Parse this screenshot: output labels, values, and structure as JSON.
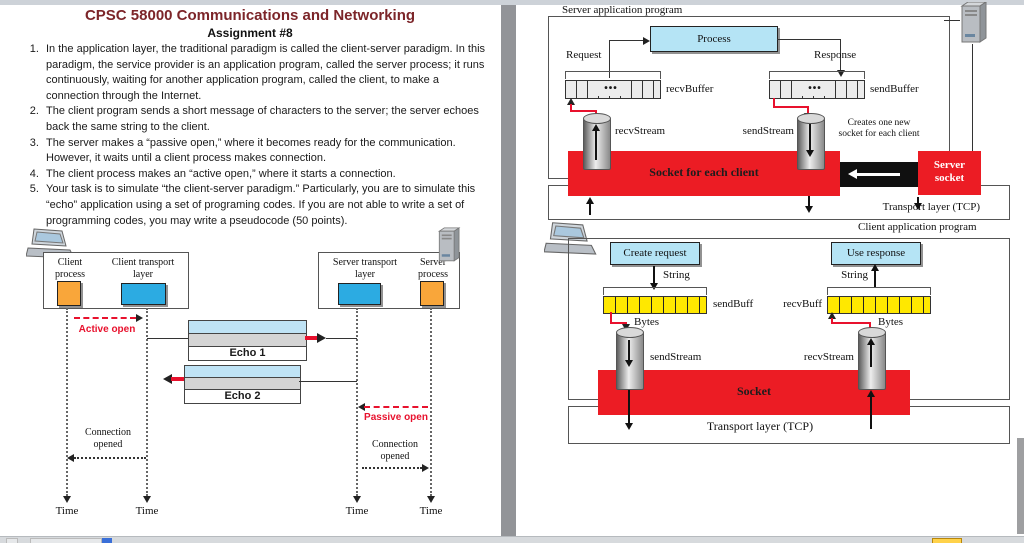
{
  "left_page": {
    "title": "CPSC 58000 Communications and Networking",
    "subtitle": "Assignment #8",
    "list_items": [
      "In the application layer, the traditional paradigm is called the client-server paradigm. In this paradigm, the service provider is an application program, called the server process; it runs continuously, waiting for another application program, called the client, to make a connection through the Internet.",
      "The client program sends a short message of characters to the server; the server echoes back the same string to the client.",
      "The server makes a “passive open,” where it becomes ready for the communication. However, it waits until a client process makes connection.",
      "The client process makes an “active open,” where it starts a connection.",
      "Your task is to simulate “the client-server paradigm.” Particularly, you are to simulate this “echo” application using a set of programing codes. If you are not able to write a set of programming codes, you may write a pseudocode (50 points)."
    ],
    "diagram": {
      "client_process": "Client process",
      "client_transport_layer": "Client transport layer",
      "server_transport_layer": "Server transport layer",
      "server_process": "Server process",
      "active_open": "Active open",
      "passive_open": "Passive open",
      "echo_1": "Echo 1",
      "echo_2": "Echo 2",
      "connection_opened": "Connection opened",
      "time": "Time"
    }
  },
  "right_page": {
    "server_diagram": {
      "title": "Server application program",
      "process": "Process",
      "request": "Request",
      "response": "Response",
      "recv_buffer": "recvBuffer",
      "send_buffer": "sendBuffer",
      "recv_stream": "recvStream",
      "send_stream": "sendStream",
      "socket_for_each_client": "Socket for each client",
      "creates_note": "Creates one new socket for each client",
      "server_socket": "Server socket",
      "transport_layer": "Transport layer (TCP)",
      "buffer_dots": "•••"
    },
    "client_diagram": {
      "title": "Client application program",
      "create_request": "Create request",
      "use_response": "Use response",
      "string_label": "String",
      "send_buff": "sendBuff",
      "recv_buff": "recvBuff",
      "bytes_label": "Bytes",
      "send_stream": "sendStream",
      "recv_stream": "recvStream",
      "socket": "Socket",
      "transport_layer": "Transport layer (TCP)"
    }
  },
  "colors": {
    "title_maroon": "#7c2529",
    "socket_red": "#ec1c24",
    "label_red": "#e8112d",
    "process_blue": "#b5e4f5",
    "transport_blue": "#2cabe2",
    "process_orange": "#f9a63a",
    "buffer_yellow": "#ffe800",
    "packet_blue": "#bfe3f5",
    "packet_gray": "#d4d4d4"
  }
}
